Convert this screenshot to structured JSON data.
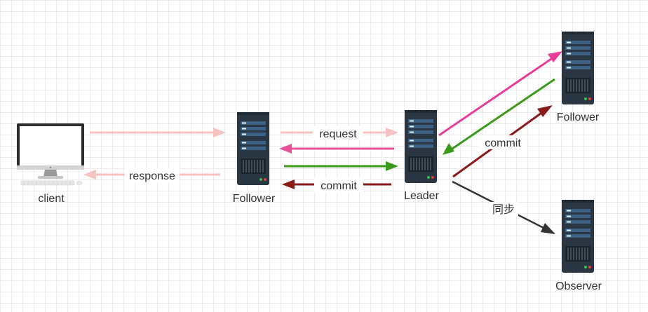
{
  "nodes": {
    "client": {
      "label": "client"
    },
    "follower_left": {
      "label": "Follower"
    },
    "leader": {
      "label": "Leader"
    },
    "follower_right": {
      "label": "Follower"
    },
    "observer": {
      "label": "Observer"
    }
  },
  "edges": {
    "client_to_follower": {
      "color": "#f7c2c2"
    },
    "follower_to_client": {
      "label": "response",
      "color": "#f7c2c2"
    },
    "follower_to_leader_request": {
      "label": "request",
      "color": "#f7c2c2"
    },
    "leader_to_follower_pink": {
      "color": "#e8509a"
    },
    "follower_to_leader_green": {
      "color": "#3a9a1a"
    },
    "leader_to_follower_commit": {
      "label": "commit",
      "color": "#8b1a1a"
    },
    "leader_to_follower_right_pink": {
      "color": "#e83c9a"
    },
    "follower_right_to_leader_green": {
      "color": "#3a9a1a"
    },
    "leader_to_follower_right_commit": {
      "label": "commit",
      "color": "#8b1a1a"
    },
    "leader_to_observer_sync": {
      "label": "同步",
      "color": "#333333"
    }
  }
}
